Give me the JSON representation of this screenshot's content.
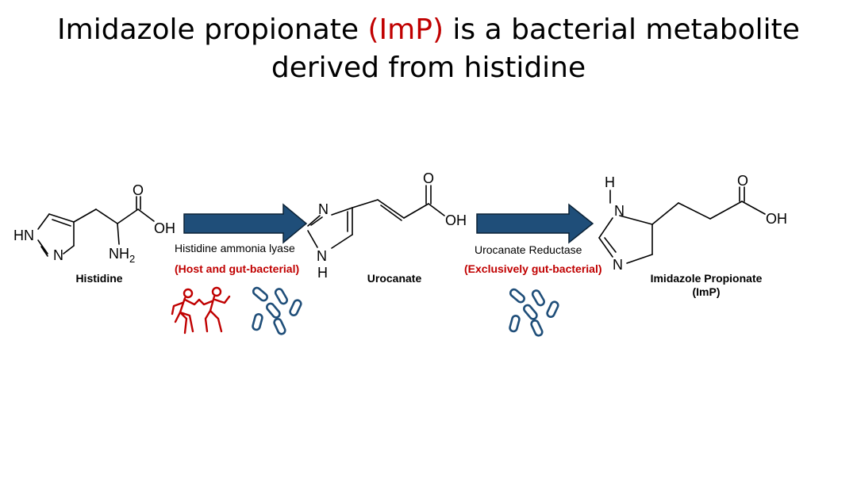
{
  "title": {
    "part1": "Imidazole propionate ",
    "accent": "(ImP)",
    "part2": " is a bacterial metabolite",
    "line2": "derived from histidine",
    "accent_color": "#c00000"
  },
  "molecules": {
    "histidine": {
      "label": "Histidine",
      "atoms": {
        "hn": "HN",
        "n": "N",
        "o": "O",
        "oh": "OH",
        "nh": "NH",
        "sub2": "2"
      }
    },
    "urocanate": {
      "label": "Urocanate",
      "atoms": {
        "n": "N",
        "n_lower": "N",
        "h": "H",
        "o": "O",
        "oh": "OH"
      }
    },
    "imp": {
      "label_line1": "Imidazole Propionate",
      "label_line2": "(ImP)",
      "atoms": {
        "h": "H",
        "n_top": "N",
        "n_bottom": "N",
        "o": "O",
        "oh": "OH"
      }
    }
  },
  "steps": [
    {
      "enzyme": "Histidine ammonia lyase",
      "source": "(Host and gut-bacterial)",
      "icons": [
        "people-icon",
        "bacteria-icon"
      ]
    },
    {
      "enzyme": "Urocanate Reductase",
      "source": "(Exclusively gut-bacterial)",
      "icons": [
        "bacteria-icon"
      ]
    }
  ],
  "colors": {
    "arrow": "#1f4e79",
    "arrow_border": "#0b2236",
    "accent": "#c00000",
    "bacteria": "#1f4e79"
  }
}
